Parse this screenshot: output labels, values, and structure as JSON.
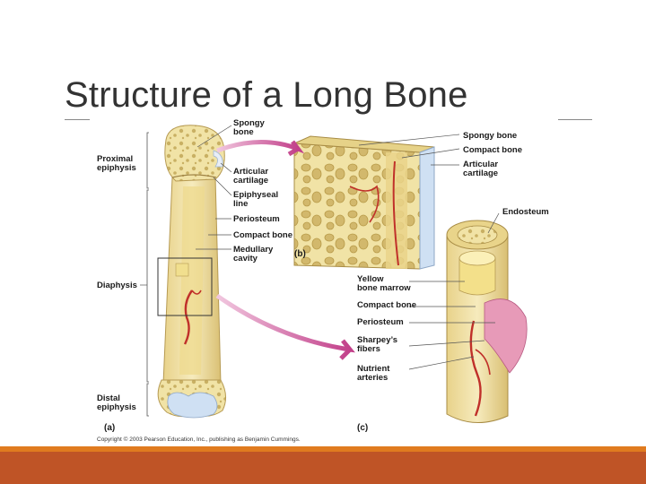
{
  "slide": {
    "title": "Structure of a Long Bone"
  },
  "figure": {
    "labels_a": {
      "spongy_bone": [
        "Spongy",
        "bone"
      ],
      "proximal_epiphysis": [
        "Proximal",
        "epiphysis"
      ],
      "articular_cartilage": [
        "Articular",
        "cartilage"
      ],
      "epiphyseal_line": [
        "Epiphyseal",
        "line"
      ],
      "periosteum": "Periosteum",
      "compact_bone": "Compact bone",
      "medullary_cavity": [
        "Medullary",
        "cavity"
      ],
      "diaphysis": "Diaphysis",
      "distal_epiphysis": [
        "Distal",
        "epiphysis"
      ]
    },
    "labels_b": {
      "spongy_bone": "Spongy bone",
      "compact_bone": "Compact bone",
      "articular_cartilage": [
        "Articular",
        "cartilage"
      ]
    },
    "labels_c": {
      "endosteum": "Endosteum",
      "yellow_bone_marrow": [
        "Yellow",
        "bone marrow"
      ],
      "compact_bone": "Compact bone",
      "periosteum": "Periosteum",
      "sharpeys_fibers": [
        "Sharpey’s",
        "fibers"
      ],
      "nutrient_arteries": [
        "Nutrient",
        "arteries"
      ]
    },
    "panel_labels": {
      "a": "(a)",
      "b": "(b)",
      "c": "(c)"
    },
    "copyright": "Copyright © 2003 Pearson Education, Inc., publishing as Benjamin Cummings.",
    "colors": {
      "bone": "#f1e3a6",
      "bone_shade": "#d8c27a",
      "cartilage": "#cfe0f3",
      "artery": "#c0302a",
      "periosteum": "#e79ab8",
      "arrow": "#c2408a"
    }
  },
  "footer": {
    "accent_color": "#e07b1f",
    "bar_color": "#bf5426"
  }
}
